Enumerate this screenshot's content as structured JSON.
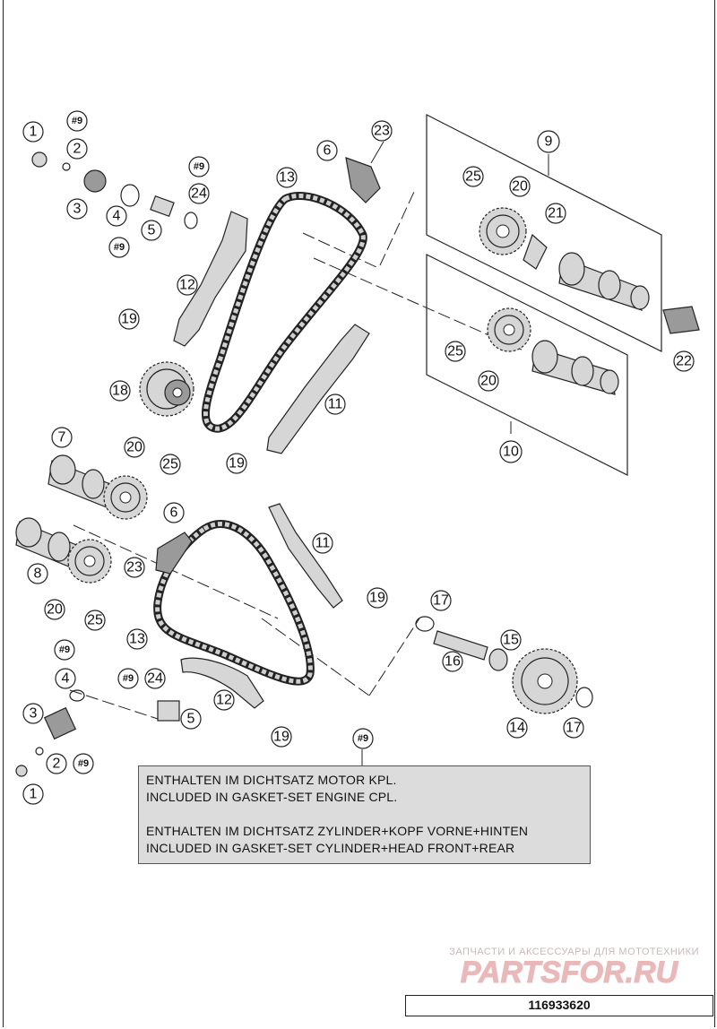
{
  "callouts": {
    "c1a": "1",
    "c9a": "#9",
    "c2a": "2",
    "c3a": "3",
    "c4a": "4",
    "c9b": "#9",
    "c5a": "5",
    "c9c": "#9",
    "c24a": "24",
    "c6a": "6",
    "c23a": "23",
    "c13a": "13",
    "c9big": "9",
    "c25a": "25",
    "c20a": "20",
    "c21a": "21",
    "c12a": "12",
    "c19a": "19",
    "c18a": "18",
    "c11a": "11",
    "c25b": "25",
    "c20b": "20",
    "c22a": "22",
    "c10a": "10",
    "c7a": "7",
    "c20c": "20",
    "c25c": "25",
    "c6b": "6",
    "c19b": "19",
    "c11b": "11",
    "c8a": "8",
    "c23b": "23",
    "c20d": "20",
    "c25d": "25",
    "c19c": "19",
    "c17a": "17",
    "c13b": "13",
    "c15a": "15",
    "c16a": "16",
    "c9d": "#9",
    "c4b": "4",
    "c9e": "#9",
    "c24b": "24",
    "c12b": "12",
    "c3b": "3",
    "c5b": "5",
    "c14a": "14",
    "c17b": "17",
    "c19d": "19",
    "c2b": "2",
    "c9f": "#9",
    "c1b": "1"
  },
  "note": {
    "ref": "#9",
    "line1": "ENTHALTEN IM DICHTSATZ MOTOR KPL.",
    "line2": "INCLUDED IN GASKET-SET ENGINE CPL.",
    "line3": "ENTHALTEN IM DICHTSATZ ZYLINDER+KOPF VORNE+HINTEN",
    "line4": "INCLUDED IN GASKET-SET CYLINDER+HEAD FRONT+REAR"
  },
  "watermark": {
    "subtitle": "ЗАПЧАСТИ И АКСЕССУАРЫ ДЛЯ МОТОТЕХНИКИ",
    "logo": "PARTSFOR.RU",
    "color": "#e9b9b9"
  },
  "drawing_number": "116933620"
}
